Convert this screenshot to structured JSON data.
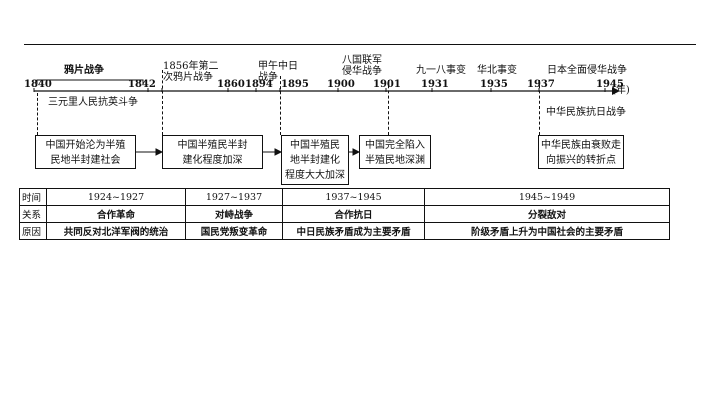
{
  "timeline": {
    "years": [
      {
        "label": "1840",
        "bold": true
      },
      {
        "label": "1842",
        "bold": true
      },
      {
        "label": "1860",
        "bold": true
      },
      {
        "label": "1894",
        "bold": true
      },
      {
        "label": "1895",
        "bold": true
      },
      {
        "label": "1900",
        "bold": true
      },
      {
        "label": "1901",
        "bold": true
      },
      {
        "label": "1931",
        "bold": true
      },
      {
        "label": "1935",
        "bold": true
      },
      {
        "label": "1937",
        "bold": true
      },
      {
        "label": "1945",
        "bold": true
      }
    ],
    "unit": "(年)",
    "events_above": [
      {
        "text": "鸦片战争",
        "bold": true
      },
      {
        "text": "1856年第二\n次鸦片战争",
        "bold": false
      },
      {
        "text": "甲午中日\n战争",
        "bold": false
      },
      {
        "text": "八国联军\n侵华战争",
        "bold": false
      },
      {
        "text": "九一八事变",
        "bold": false
      },
      {
        "text": "华北事变",
        "bold": false
      },
      {
        "text": "日本全面侵华战争",
        "bold": false
      }
    ],
    "events_below": [
      {
        "text": "三元里人民抗英斗争"
      },
      {
        "text": "中华民族抗日战争"
      }
    ]
  },
  "boxes": [
    {
      "text": "中国开始沦为半殖\n民地半封建社会"
    },
    {
      "text": "中国半殖民半封\n建化程度加深"
    },
    {
      "text": "中国半殖民\n地半封建化\n程度大大加深"
    },
    {
      "text": "中国完全陷入\n半殖民地深渊"
    },
    {
      "text": "中华民族由衰败走\n向振兴的转折点"
    }
  ],
  "table": {
    "rows": [
      {
        "header": "时间",
        "cells": [
          "1924~1927",
          "1927~1937",
          "1937~1945",
          "1945~1949"
        ]
      },
      {
        "header": "关系",
        "cells": [
          "合作革命",
          "对峙战争",
          "合作抗日",
          "分裂敌对"
        ]
      },
      {
        "header": "原因",
        "cells": [
          "共同反对北洋军阀的统治",
          "国民党叛变革命",
          "中日民族矛盾成为主要矛盾",
          "阶级矛盾上升为中国社会的主要矛盾"
        ]
      }
    ]
  }
}
